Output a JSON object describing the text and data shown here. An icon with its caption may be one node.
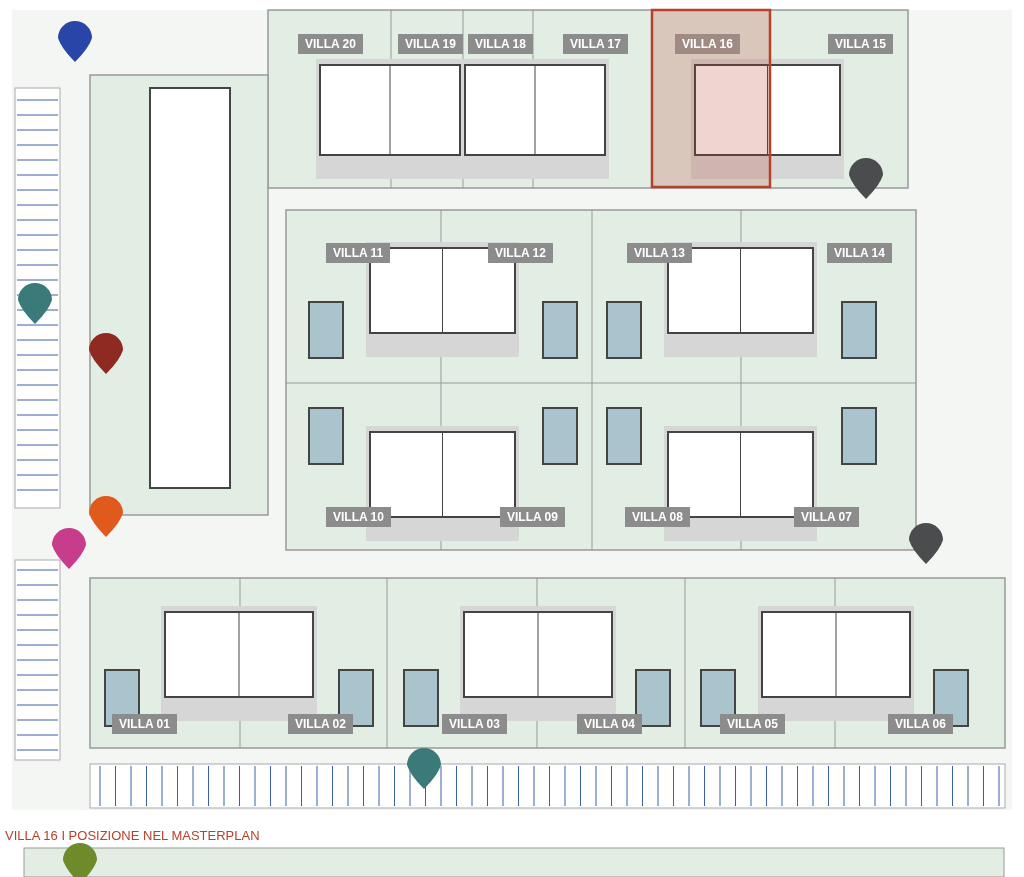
{
  "diagram": {
    "caption": "VILLA 16 I POSIZIONE NEL MASTERPLAN",
    "nodes": [
      {
        "text": [
          "VILLA 20"
        ]
      },
      {
        "text": [
          "VILLA 19"
        ]
      },
      {
        "text": [
          "VILLA 18"
        ]
      },
      {
        "text": [
          "VILLA 17"
        ]
      },
      {
        "text": [
          "VILLA 16"
        ]
      },
      {
        "text": [
          "VILLA 15"
        ]
      },
      {
        "text": [
          "VILLA 11"
        ]
      },
      {
        "text": [
          "VILLA 12"
        ]
      },
      {
        "text": [
          "VILLA 13"
        ]
      },
      {
        "text": [
          "VILLA 14"
        ]
      },
      {
        "text": [
          "VILLA 10"
        ]
      },
      {
        "text": [
          "VILLA 09"
        ]
      },
      {
        "text": [
          "VILLA 08"
        ]
      },
      {
        "text": [
          "VILLA 07"
        ]
      },
      {
        "text": [
          "VILLA 01"
        ]
      },
      {
        "text": [
          "VILLA 02"
        ]
      },
      {
        "text": [
          "VILLA 03"
        ]
      },
      {
        "text": [
          "VILLA 04"
        ]
      },
      {
        "text": [
          "VILLA 05"
        ]
      },
      {
        "text": [
          "VILLA 06"
        ]
      }
    ]
  }
}
